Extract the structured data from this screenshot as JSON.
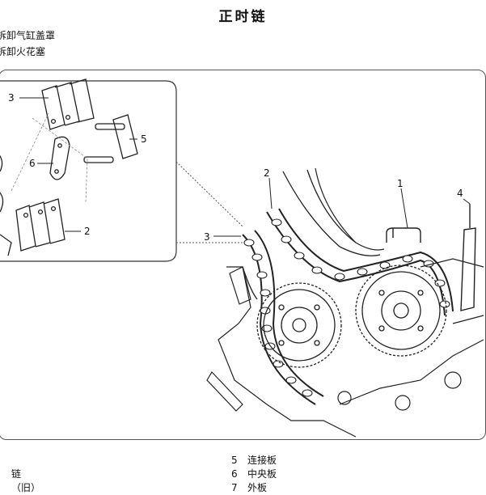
{
  "title": "正时链",
  "steps": [
    "拆卸气缸盖罩",
    "拆卸火花塞"
  ],
  "callouts": {
    "c1": "1",
    "c2": "2",
    "c3": "3",
    "c4": "4",
    "d2": "2",
    "d3": "3",
    "d5": "5",
    "d6": "6"
  },
  "legend_left": [
    {
      "num": "",
      "text": ""
    },
    {
      "num": "",
      "text": "链"
    },
    {
      "num": "",
      "text": "（旧）"
    }
  ],
  "legend_right": [
    {
      "num": "5",
      "text": "连接板"
    },
    {
      "num": "6",
      "text": "中央板"
    },
    {
      "num": "7",
      "text": "外板"
    }
  ]
}
